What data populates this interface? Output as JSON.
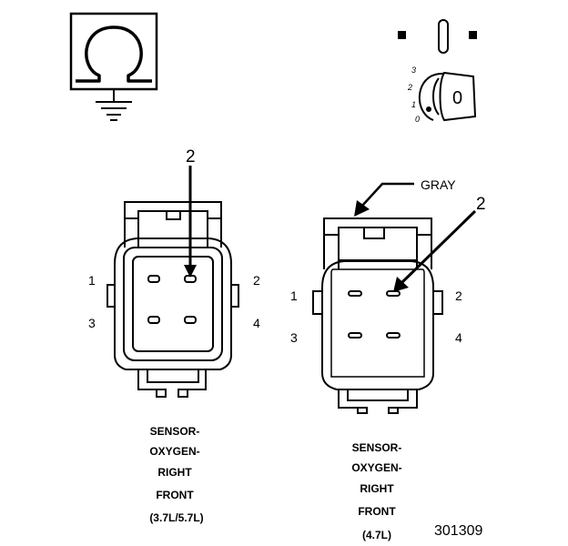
{
  "ohmmeter_symbol": {
    "icon": "ohm-icon"
  },
  "ignition_switch": {
    "icon": "ignition-key-icon",
    "positions": [
      "3",
      "2",
      "1",
      "0"
    ],
    "key_label": "0"
  },
  "connector_left": {
    "callout_pin": "2",
    "pin_labels": {
      "p1": "1",
      "p2": "2",
      "p3": "3",
      "p4": "4"
    },
    "caption_lines": [
      "SENSOR-",
      "OXYGEN-",
      "RIGHT",
      "FRONT",
      "(3.7L/5.7L)"
    ]
  },
  "connector_right": {
    "color_label": "GRAY",
    "callout_pin": "2",
    "pin_labels": {
      "p1": "1",
      "p2": "2",
      "p3": "3",
      "p4": "4"
    },
    "caption_lines": [
      "SENSOR-",
      "OXYGEN-",
      "RIGHT",
      "FRONT",
      "(4.7L)"
    ]
  },
  "figure_number": "301309"
}
